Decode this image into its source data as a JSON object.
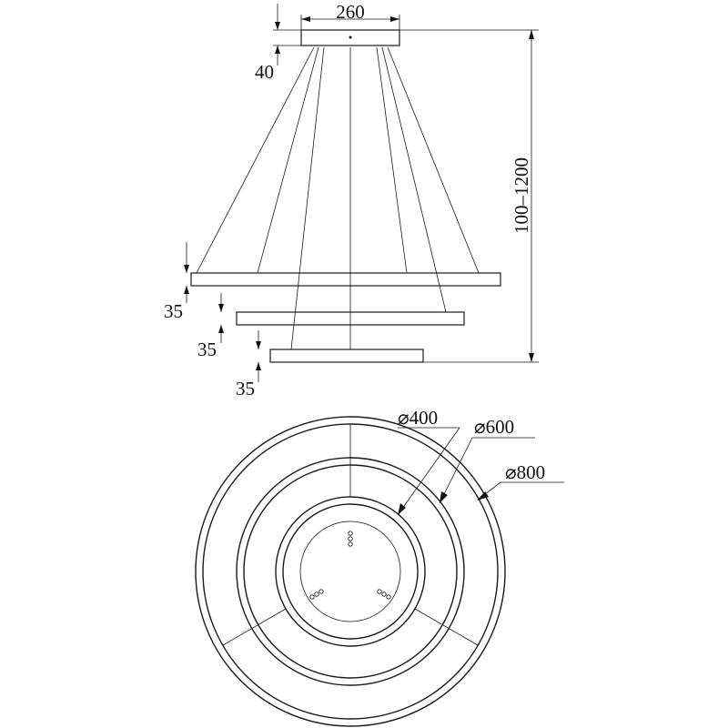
{
  "side_view": {
    "canopy_width_label": "260",
    "canopy_height_label": "40",
    "suspension_length_label": "100–1200",
    "ring1_thickness_label": "35",
    "ring2_thickness_label": "35",
    "ring3_thickness_label": "35"
  },
  "top_view": {
    "inner_ring_diameter_label": "⌀400",
    "middle_ring_diameter_label": "⌀600",
    "outer_ring_diameter_label": "⌀800"
  }
}
